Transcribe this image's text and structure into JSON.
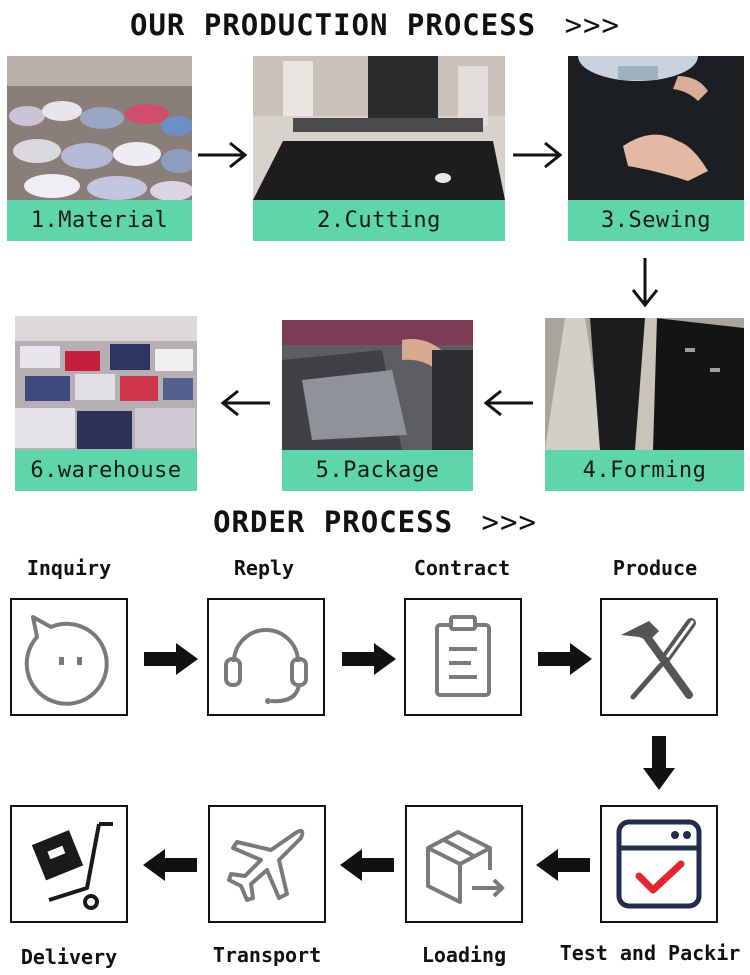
{
  "production": {
    "title": "OUR PRODUCTION PROCESS",
    "title_suffix": ">>>",
    "steps": [
      {
        "label": "1.Material"
      },
      {
        "label": "2.Cutting"
      },
      {
        "label": "3.Sewing"
      },
      {
        "label": "4.Forming"
      },
      {
        "label": "5.Package"
      },
      {
        "label": "6.warehouse"
      }
    ]
  },
  "order": {
    "title": "ORDER PROCESS",
    "title_suffix": ">>>",
    "steps": [
      {
        "label": "Inquiry",
        "icon": "chat-face-icon"
      },
      {
        "label": "Reply",
        "icon": "headset-icon"
      },
      {
        "label": "Contract",
        "icon": "clipboard-icon"
      },
      {
        "label": "Produce",
        "icon": "hammer-screwdriver-icon"
      },
      {
        "label": "Test and Packir",
        "icon": "checklist-window-icon"
      },
      {
        "label": "Loading",
        "icon": "box-icon"
      },
      {
        "label": "Transport",
        "icon": "airplane-icon"
      },
      {
        "label": "Delivery",
        "icon": "hand-truck-icon"
      }
    ]
  },
  "colors": {
    "caption_bg": "#5ed6a9",
    "ink": "#111111",
    "icon_stroke": "#7a7a7a",
    "check": "#e0292d"
  }
}
